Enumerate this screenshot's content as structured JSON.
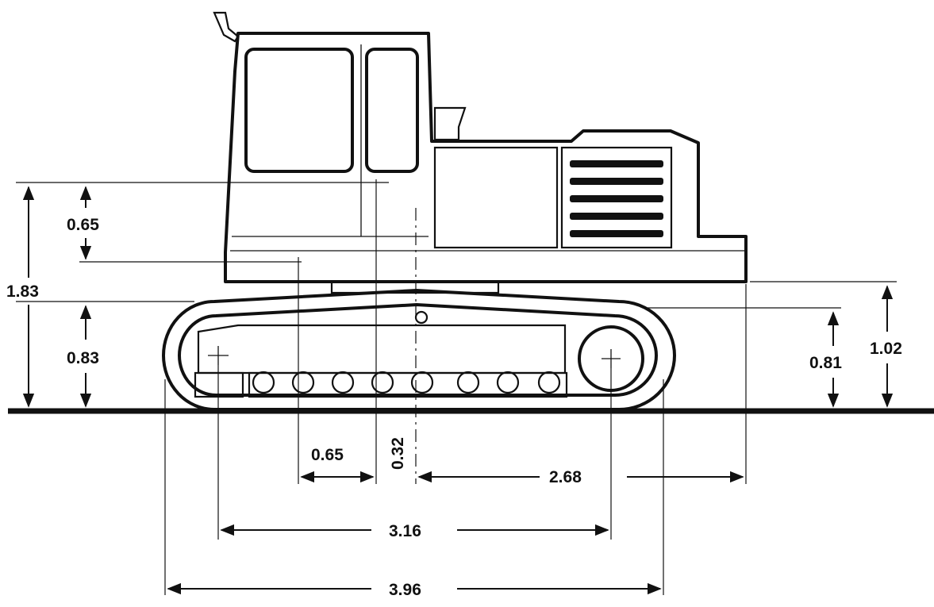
{
  "colors": {
    "line": "#111111",
    "shade": "#d9d9d9",
    "background": "#ffffff"
  },
  "dimensions": {
    "overall_height": "1.83",
    "cab_upper_height": "0.65",
    "track_height": "0.83",
    "rear_track_height": "0.81",
    "counterweight_clearance": "1.02",
    "front_offset": "0.65",
    "center_offset": "0.32",
    "tail_length": "2.68",
    "tumbler_distance": "3.16",
    "track_length": "3.96"
  }
}
